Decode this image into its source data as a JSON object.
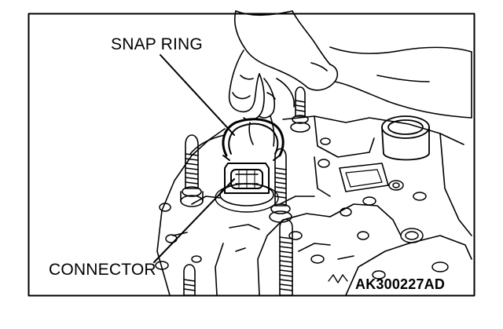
{
  "labels": {
    "snap_ring": "SNAP RING",
    "connector": "CONNECTOR",
    "figure_code": "AK300227AD"
  },
  "colors": {
    "ink": "#000000",
    "paper": "#ffffff"
  }
}
